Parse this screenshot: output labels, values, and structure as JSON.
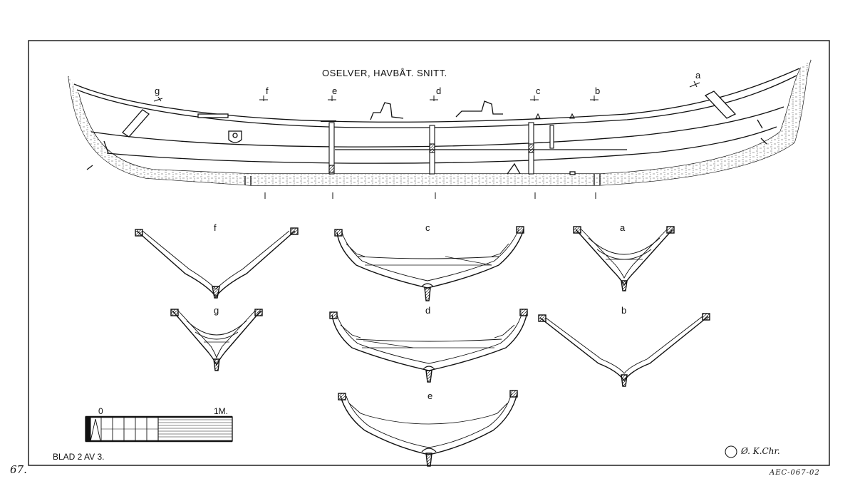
{
  "title": "OSELVER, HAVBÅT. SNITT.",
  "station_labels": [
    "g",
    "f",
    "e",
    "d",
    "c",
    "b",
    "a"
  ],
  "section_labels": {
    "f": "f",
    "c": "c",
    "a": "a",
    "g": "g",
    "d": "d",
    "b": "b",
    "e": "e"
  },
  "scale_bar": {
    "start_label": "0",
    "end_label": "1M."
  },
  "sheet_label": "BLAD 2 AV 3.",
  "signature": "Ø. K.Chr.",
  "page_number": "67.",
  "archive_code": "AEC-067-02"
}
